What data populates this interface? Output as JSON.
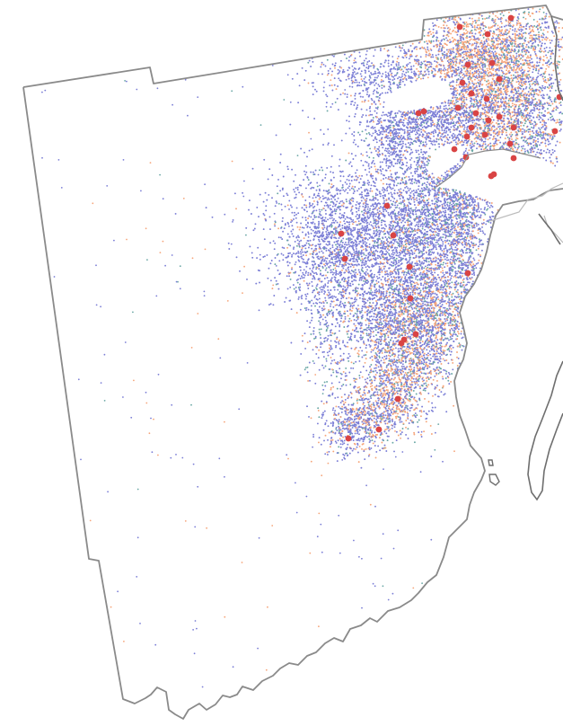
{
  "map": {
    "style": "dot-density",
    "colors": {
      "background": "#ffffff",
      "boundary": "#8a8a8a",
      "coastline": "#6e6e6e",
      "neighbor_boundary": "#bcbcbc",
      "dot_blue": "#7b7ed6",
      "dot_orange": "#f6a57a",
      "dot_teal": "#6aa7a5",
      "highlight_red": "#d94444"
    },
    "dot_categories": [
      {
        "color_key": "dot_blue",
        "share": 0.68
      },
      {
        "color_key": "dot_orange",
        "share": 0.24
      },
      {
        "color_key": "dot_teal",
        "share": 0.08
      }
    ],
    "highlight_markers": "red circles",
    "legend": null,
    "title": null
  }
}
